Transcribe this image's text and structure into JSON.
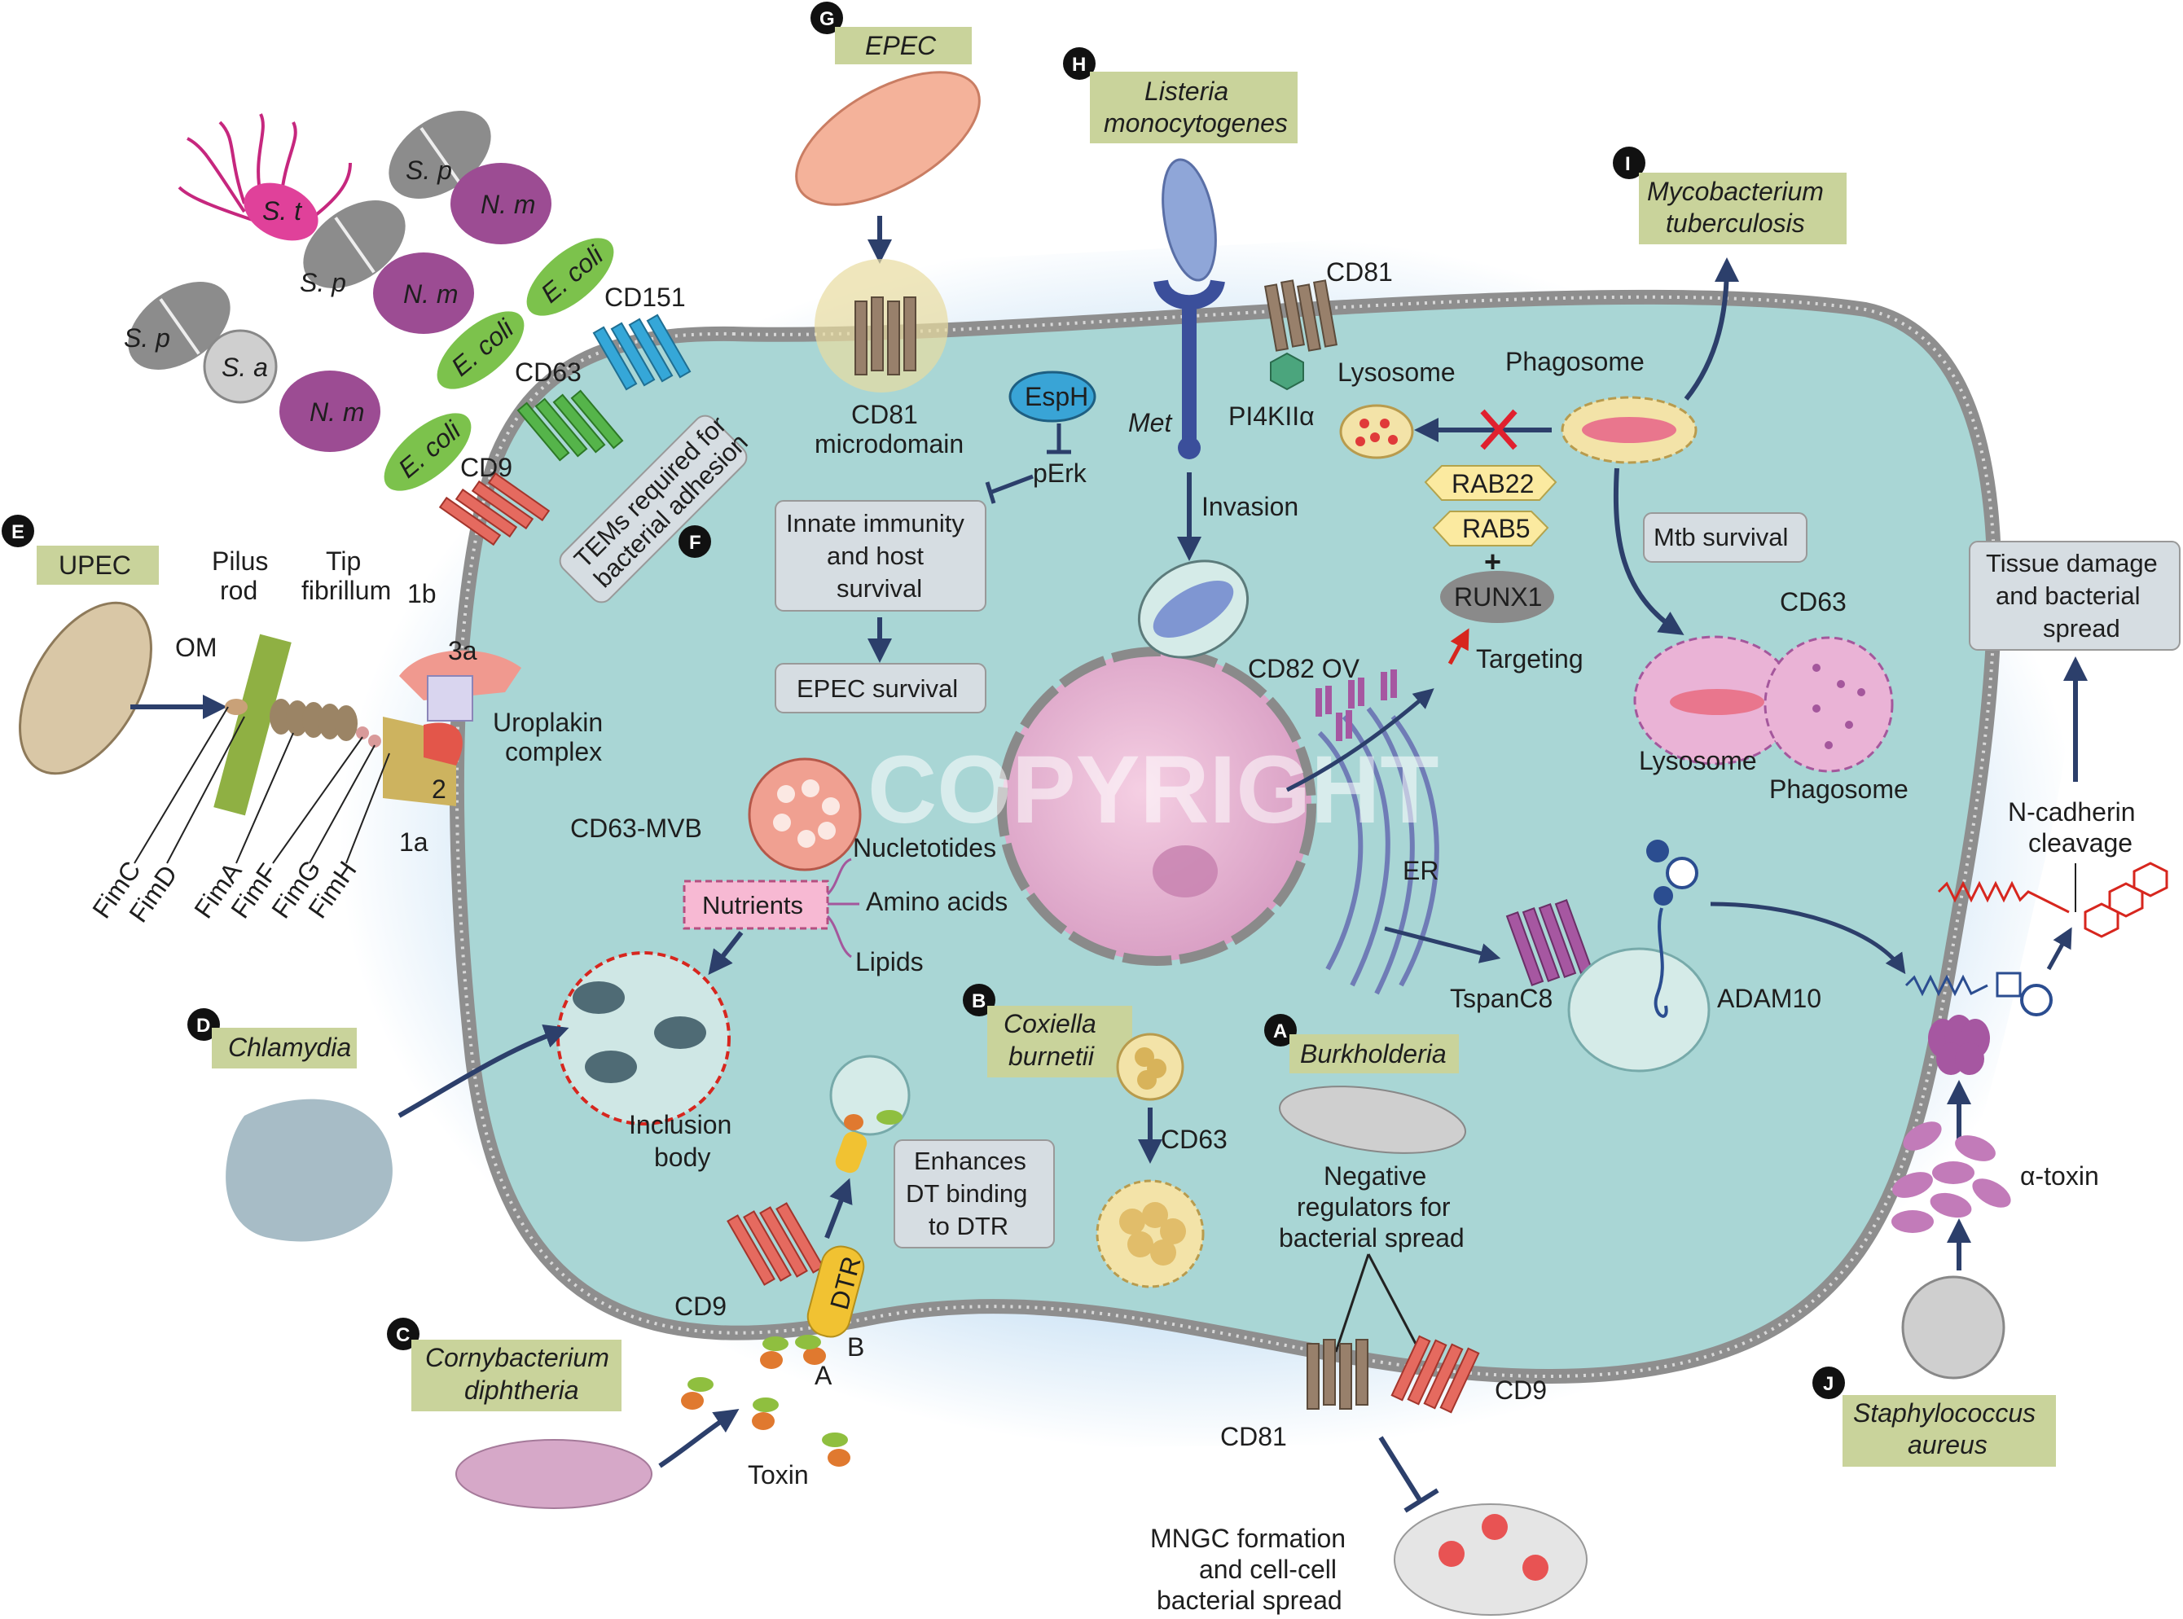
{
  "colors": {
    "cell_fill": "#a9d6d5",
    "membrane": "#8e8e8e",
    "halo": "#bcdaf2",
    "label_box": "#c9d39b",
    "gray_box": "#d6dde2",
    "tetraspanin_red": "#e56a5f",
    "tetraspanin_green": "#55b44a",
    "tetraspanin_blue": "#35a7d8",
    "tetraspanin_brown": "#98806b",
    "tetraspanin_purple": "#a657a1",
    "arrow": "#2c3f6b",
    "targeting_red": "#d7261e"
  },
  "watermark": "COPYRIGHT",
  "pathogens": {
    "A": {
      "badge": "A",
      "name": "Burkholderia"
    },
    "B": {
      "badge": "B",
      "name_l1": "Coxiella",
      "name_l2": "burnetii"
    },
    "C": {
      "badge": "C",
      "name_l1": "Cornybacterium",
      "name_l2": "diphtheria"
    },
    "D": {
      "badge": "D",
      "name": "Chlamydia"
    },
    "E": {
      "badge": "E",
      "name": "UPEC"
    },
    "F": {
      "badge": "F"
    },
    "G": {
      "badge": "G",
      "name": "EPEC"
    },
    "H": {
      "badge": "H",
      "name_l1": "Listeria",
      "name_l2": "monocytogenes"
    },
    "I": {
      "badge": "I",
      "name_l1": "Mycobacterium",
      "name_l2": "tuberculosis"
    },
    "J": {
      "badge": "J",
      "name_l1": "Staphylococcus",
      "name_l2": "aureus"
    }
  },
  "bacteria_labels": {
    "st": "S. t",
    "sp": "S. p",
    "nm": "N. m",
    "ecoli": "E. coli",
    "sa": "S. a"
  },
  "adhesion": {
    "cd151": "CD151",
    "cd63": "CD63",
    "cd9": "CD9",
    "tems_l1": "TEMs required for",
    "tems_l2": "bacterial adhesion"
  },
  "upec": {
    "pilus_l1": "Pilus",
    "pilus_l2": "rod",
    "tip_l1": "Tip",
    "tip_l2": "fibrillum",
    "om": "OM",
    "p1b": "1b",
    "p3a": "3a",
    "p2": "2",
    "p1a": "1a",
    "uro_l1": "Uroplakin",
    "uro_l2": "complex",
    "fims": [
      "FimC",
      "FimD",
      "FimA",
      "FimF",
      "FimG",
      "FimH"
    ]
  },
  "epec": {
    "cd81_l1": "CD81",
    "cd81_l2": "microdomain",
    "esph": "EspH",
    "perk": "pErk",
    "innate_l1": "Innate immunity",
    "innate_l2": "and host",
    "innate_l3": "survival",
    "survival": "EPEC survival"
  },
  "listeria": {
    "met": "Met",
    "invasion": "Invasion"
  },
  "mtb": {
    "cd81": "CD81",
    "lysosome": "Lysosome",
    "phagosome": "Phagosome",
    "pi4k": "PI4KIIα",
    "rab22": "RAB22",
    "rab5": "RAB5",
    "plus": "+",
    "runx1": "RUNX1",
    "targeting": "Targeting",
    "cd82": "CD82 OV",
    "survival": "Mtb survival",
    "cd63": "CD63",
    "lysosome2": "Lysosome",
    "phagosome2": "Phagosome"
  },
  "nucleus": {
    "er": "ER"
  },
  "nutrients": {
    "mvb": "CD63-MVB",
    "box": "Nutrients",
    "items": [
      "Nucletotides",
      "Amino acids",
      "Lipids"
    ],
    "inclusion_l1": "Inclusion",
    "inclusion_l2": "body"
  },
  "dt": {
    "enh_l1": "Enhances",
    "enh_l2": "DT binding",
    "enh_l3": "to DTR",
    "cd9": "CD9",
    "dtr": "DTR",
    "a": "A",
    "b": "B",
    "toxin": "Toxin"
  },
  "coxiella": {
    "cd63": "CD63"
  },
  "burk": {
    "neg_l1": "Negative",
    "neg_l2": "regulators for",
    "neg_l3": "bacterial spread",
    "cd81": "CD81",
    "cd9": "CD9",
    "mngc_l1": "MNGC formation",
    "mngc_l2": "and cell-cell",
    "mngc_l3": "bacterial spread"
  },
  "adam": {
    "tspan": "TspanC8",
    "adam10": "ADAM10"
  },
  "staph": {
    "tissue_l1": "Tissue damage",
    "tissue_l2": "and bacterial",
    "tissue_l3": "spread",
    "ncad_l1": "N-cadherin",
    "ncad_l2": "cleavage",
    "alpha": "α-toxin"
  }
}
